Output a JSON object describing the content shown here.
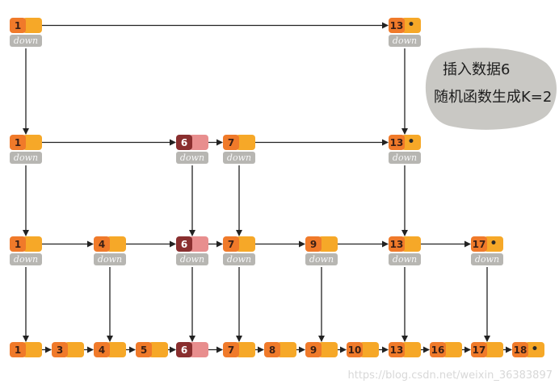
{
  "note": {
    "line1": "插入数据6",
    "line2": "随机函数生成K=2"
  },
  "watermark": "https://blog.csdn.net/weixin_36383897",
  "colors": {
    "key_box": "#f07a2a",
    "next_box": "#f6a828",
    "inserted_key_box": "#8a2f2f",
    "inserted_next_box": "#e88e8e",
    "down_box": "#b7b6b2",
    "arrow": "#222222",
    "note_bg": "#c9c8c4"
  },
  "levels": [
    {
      "id": "level-3",
      "nodes": [
        {
          "key": "1",
          "down": "down",
          "inserted": false,
          "null_next": false
        },
        {
          "key": "13",
          "down": "down",
          "inserted": false,
          "null_next": true
        }
      ]
    },
    {
      "id": "level-2",
      "nodes": [
        {
          "key": "1",
          "down": "down",
          "inserted": false,
          "null_next": false
        },
        {
          "key": "6",
          "down": "down",
          "inserted": true,
          "null_next": false
        },
        {
          "key": "7",
          "down": "down",
          "inserted": false,
          "null_next": false
        },
        {
          "key": "13",
          "down": "down",
          "inserted": false,
          "null_next": true
        }
      ]
    },
    {
      "id": "level-1",
      "nodes": [
        {
          "key": "1",
          "down": "down",
          "inserted": false,
          "null_next": false
        },
        {
          "key": "4",
          "down": "down",
          "inserted": false,
          "null_next": false
        },
        {
          "key": "6",
          "down": "down",
          "inserted": true,
          "null_next": false
        },
        {
          "key": "7",
          "down": "down",
          "inserted": false,
          "null_next": false
        },
        {
          "key": "9",
          "down": "down",
          "inserted": false,
          "null_next": false
        },
        {
          "key": "13",
          "down": "down",
          "inserted": false,
          "null_next": false
        },
        {
          "key": "17",
          "down": "down",
          "inserted": false,
          "null_next": true
        }
      ]
    },
    {
      "id": "level-0",
      "nodes": [
        {
          "key": "1",
          "down": "",
          "inserted": false,
          "null_next": false
        },
        {
          "key": "3",
          "down": "",
          "inserted": false,
          "null_next": false
        },
        {
          "key": "4",
          "down": "",
          "inserted": false,
          "null_next": false
        },
        {
          "key": "5",
          "down": "",
          "inserted": false,
          "null_next": false
        },
        {
          "key": "6",
          "down": "",
          "inserted": true,
          "null_next": false
        },
        {
          "key": "7",
          "down": "",
          "inserted": false,
          "null_next": false
        },
        {
          "key": "8",
          "down": "",
          "inserted": false,
          "null_next": false
        },
        {
          "key": "9",
          "down": "",
          "inserted": false,
          "null_next": false
        },
        {
          "key": "10",
          "down": "",
          "inserted": false,
          "null_next": false
        },
        {
          "key": "13",
          "down": "",
          "inserted": false,
          "null_next": false
        },
        {
          "key": "16",
          "down": "",
          "inserted": false,
          "null_next": false
        },
        {
          "key": "17",
          "down": "",
          "inserted": false,
          "null_next": false
        },
        {
          "key": "18",
          "down": "",
          "inserted": false,
          "null_next": true
        }
      ]
    }
  ]
}
